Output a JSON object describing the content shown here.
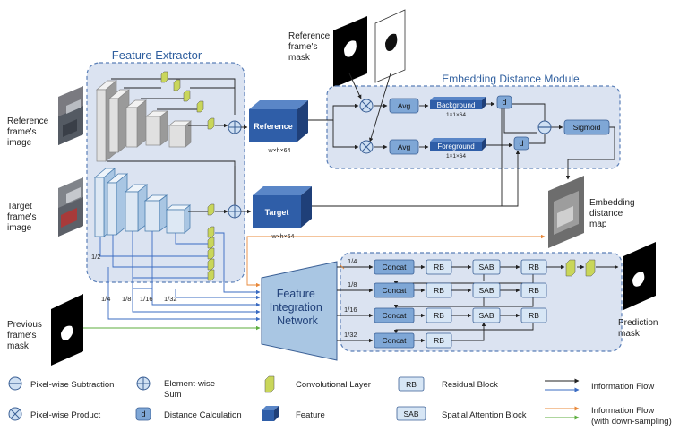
{
  "colors": {
    "panel_fill": "#dbe3f1",
    "panel_stroke": "#5a7fb8",
    "title_blue": "#2e5e9e",
    "feature_blue": "#2f5ea8",
    "feature_blue_dark": "#1f3f78",
    "node_fill": "#7fa7d6",
    "rb_fill": "#d7e6f5",
    "light_cube": "#dde8f4",
    "pale_cube": "#e6eef6",
    "conv_green": "#c9d65a",
    "conv_yellow": "#e8e36a",
    "arrow_black": "#222222",
    "arrow_blue": "#3a6bc2",
    "arrow_orange": "#e8883a",
    "arrow_green": "#5cae3e"
  },
  "feature_extractor": {
    "title": "Feature Extractor"
  },
  "embedding_module": {
    "title": "Embedding Distance Module",
    "avg": "Avg",
    "background": "Background",
    "background_dim": "1×1×64",
    "foreground": "Foreground",
    "foreground_dim": "1×1×64",
    "distance": "d",
    "sigmoid": "Sigmoid"
  },
  "features": {
    "reference": "Reference",
    "reference_dim": "w×h×64",
    "target": "Target",
    "target_dim": "w×h×64"
  },
  "inputs": {
    "reference_image": [
      "Reference",
      "frame's",
      "image"
    ],
    "target_image": [
      "Target",
      "frame's",
      "image"
    ],
    "reference_mask": [
      "Reference",
      "frame's",
      "mask"
    ],
    "previous_mask": [
      "Previous",
      "frame's",
      "mask"
    ]
  },
  "scales": {
    "half": "1/2",
    "bottom": [
      "1/4",
      "1/8",
      "1/16",
      "1/32"
    ],
    "branches": [
      "1/4",
      "1/8",
      "1/16",
      "1/32"
    ]
  },
  "fin": {
    "title": [
      "Feature",
      "Integration",
      "Network"
    ]
  },
  "decoder": {
    "concat": "Concat",
    "rb": "RB",
    "sab": "SAB"
  },
  "embedding_map": [
    "Embedding",
    "distance",
    "map"
  ],
  "prediction": [
    "Prediction",
    "mask"
  ],
  "legend": {
    "subtraction": "Pixel-wise Subtraction",
    "product": "Pixel-wise  Product",
    "sum": [
      "Element-wise",
      "Sum"
    ],
    "distance": "Distance Calculation",
    "distance_symbol": "d",
    "conv": "Convolutional  Layer",
    "feature": "Feature",
    "rb_box": "RB",
    "rb": "Residual Block",
    "sab_box": "SAB",
    "sab": "Spatial Attention Block",
    "flow": "Information Flow",
    "flow_down": [
      "Information Flow",
      "(with down-sampling)"
    ]
  }
}
